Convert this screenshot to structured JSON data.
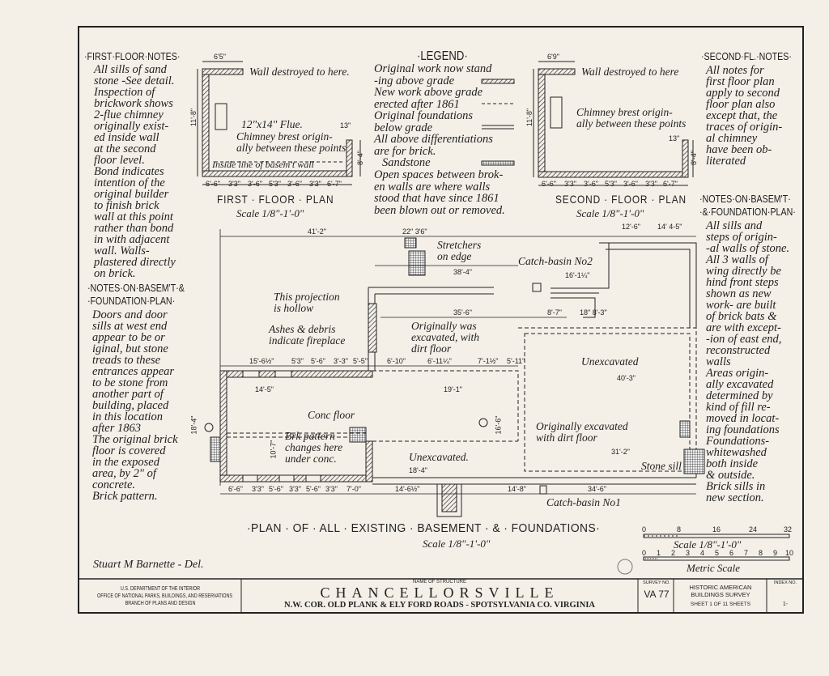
{
  "first_floor_notes": {
    "heading": "·FIRST·FLOOR·NOTES·",
    "text": "All sills of sand\nstone -See detail.\n Inspection of\nbrickwork shows\n2-flue chimney\noriginally exist-\ned inside wall\nat the second\nfloor level.\n  Bond indicates\nintention of the\noriginal builder\nto finish brick\nwall at this point\nrather than bond\nin with adjacent\nwall.    Walls-\nplastered directly\non brick."
  },
  "basement_notes_left": {
    "heading": "·NOTES·ON·BASEM'T·&\n·FOUNDATION·PLAN·",
    "text": " Doors and door\nsills at west end\nappear to be or\niginal, but stone\ntreads to these\nentrances appear\nto be stone from\nanother part of\nbuilding, placed\nin this location\nafter 1863\n The original brick\nfloor is covered\nin the exposed\narea, by 2\" of\nconcrete.\n  Brick pattern."
  },
  "legend": {
    "heading": "·LEGEND·",
    "items": [
      "Original work now stand\n-ing above grade",
      "New work above grade\nerected after 1861",
      "Original foundations\nbelow grade",
      "All above differentiations\nare for brick.",
      "Sandstone",
      "Open spaces between brok-\nen walls are where walls\nstood that have since 1861\nbeen blown out or removed."
    ]
  },
  "second_floor_notes": {
    "heading": "·SECOND·FL.·NOTES·",
    "text": "All notes for\nfirst floor plan\napply to second\nfloor plan also\nexcept that, the\ntraces of origin-\nal chimney\nhave been ob-\nliterated"
  },
  "basement_notes_right": {
    "heading": "·NOTES·ON·BASEM'T·\n·&·FOUNDATION·PLAN·",
    "text": "All sills and\nsteps of origin-\n-al walls of stone.\n All 3 walls of\nwing directly be\nhind front steps\nshown as new\nwork- are built\nof brick bats &\nare with except-\n-ion of east end,\nreconstructed\nwalls\n  Areas origin-\nally excavated\ndetermined by\nkind of fill re-\nmoved in locat-\ning foundations\n  Foundations-\n  whitewashed\n  both inside\n  & outside.\n  Brick sills in\n  new section."
  },
  "first_floor_plan": {
    "title": "FIRST · FLOOR · PLAN",
    "scale": "Scale 1/8\"-1'-0\"",
    "labels": [
      "Wall destroyed to here.",
      "12\"x14\" Flue.",
      "Chimney brest origin-\nally between these points",
      "Inside line of basem't wall"
    ],
    "dims": [
      "6'5\"",
      "11'-8\"",
      "6'-6\"",
      "3'3\"",
      "3'-6\"",
      "5'3\"",
      "3'-6\"",
      "3'3\"",
      "6'-7\"",
      "8'-4\"",
      "13\""
    ]
  },
  "second_floor_plan": {
    "title": "SECOND · FLOOR · PLAN",
    "scale": "Scale 1/8\"-1'-0\"",
    "labels": [
      "Wall destroyed to here",
      "Chimney brest origin-\nally between these points"
    ],
    "dims": [
      "6'9\"",
      "11'-8\"",
      "6'-6\"",
      "3'3\"",
      "3'-6\"",
      "5'3\"",
      "3'-6\"",
      "3'3\"",
      "6'-7\"",
      "8'-4\"",
      "13\""
    ]
  },
  "basement_plan": {
    "title": "·PLAN · OF · ALL · EXISTING · BASEMENT · & · FOUNDATIONS·",
    "scale": "Scale 1/8\"-1'-0\"",
    "labels": [
      "Stretchers\non edge",
      "Catch-basin No2",
      "This projection\nis hollow",
      "Ashes & debris\nindicate fireplace",
      "Originally was\nexcavated, with\ndirt floor",
      "Unexcavated",
      "Conc floor",
      "Brk pattern\nchanges here\nunder conc.",
      "Unexcavated.",
      "Originally excavated\nwith dirt floor",
      "Stone sill",
      "Catch-basin No1"
    ],
    "dims": [
      "41'-2\"",
      "22\" 3'6\"",
      "38'-4\"",
      "16'-1¼\"",
      "12'-6\"",
      "14' 4-5\"",
      "35'-6\"",
      "8'-7\"",
      "18\" 8'-3\"",
      "40'-3\"",
      "15'-6½\"",
      "5'3\"",
      "5'-6\"",
      "3'-3\"",
      "5'-5\"",
      "6'-10\"",
      "6'-11¼\"",
      "7'-1½\"",
      "5'-11\"",
      "14'-5\"",
      "19'-1\"",
      "18'-4\"",
      "16'-6\"",
      "31'-2\"",
      "34'-6\"",
      "14'-6½\"",
      "14'-8\"",
      "6'-6\"",
      "3'3\"",
      "5'-6\"",
      "3'3\"",
      "5'-6\"",
      "3'3\"",
      "7'-0\"",
      "18'-4\"",
      "10'-7\""
    ]
  },
  "scales": {
    "imperial_ticks": [
      "0",
      "8",
      "16",
      "24",
      "32"
    ],
    "imperial_label": "Scale 1/8\"-1'-0\"",
    "metric_ticks": [
      "0",
      "1",
      "2",
      "3",
      "4",
      "5",
      "6",
      "7",
      "8",
      "9",
      "10"
    ],
    "metric_label": "Metric Scale"
  },
  "delineator": "Stuart M Barnette - Del.",
  "title_block": {
    "agency": "U.S. DEPARTMENT OF THE INTERIOR\nOFFICE OF NATIONAL PARKS, BUILDINGS, AND RESERVATIONS\nBRANCH OF PLANS AND DESIGN",
    "name_caption": "NAME OF STRUCTURE",
    "name": "CHANCELLORSVILLE",
    "location": "N.W. COR. OLD PLANK & ELY FORD ROADS - SPOTSYLVANIA CO. VIRGINIA",
    "survey_caption": "SURVEY NO.",
    "survey_no": "VA 77",
    "program": "HISTORIC AMERICAN\nBUILDINGS SURVEY",
    "sheet": "SHEET 1 OF 11 SHEETS",
    "index_caption": "INDEX NO.",
    "index_value": "1-"
  }
}
